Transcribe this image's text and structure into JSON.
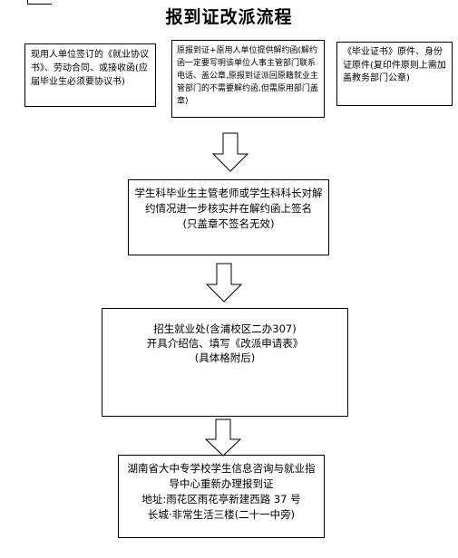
{
  "title": "报到证改派流程",
  "boxes": {
    "employment_agreement": "现用人单位签订的《就业协议书》、劳动合同、或接收函(应届毕业生必须要协议书)",
    "cancel_agreement": "原报到证+原用人单位提供解约函(解约函一定要写明该单位人事主管部门联系电话、盖公章,原报到证派回原籍就业主管部门的不需要解约函,但需原用部门盖章)",
    "certificates": "《毕业证书》原件、身份证原件(复印件原则上需加盖教务部门公章)",
    "teacher_verify": {
      "lines": [
        "学生科毕业生主管老师或学生科科长对解约情况进一步核实并在解约函上签名",
        "(只盖章不签名无效)"
      ]
    },
    "employment_office": {
      "lines": [
        "招生就业处(含浦校区二办307)",
        "开具介绍信、填写《改派申请表》",
        "(具体格附后)"
      ]
    },
    "info_center": {
      "lines": [
        "湖南省大中专学校学生信息咨询与就业指导中心重新办理报到证",
        "地址:雨花区雨花亭新建西路 37 号",
        "长城·非常生活三楼(二十一中旁)"
      ]
    }
  }
}
